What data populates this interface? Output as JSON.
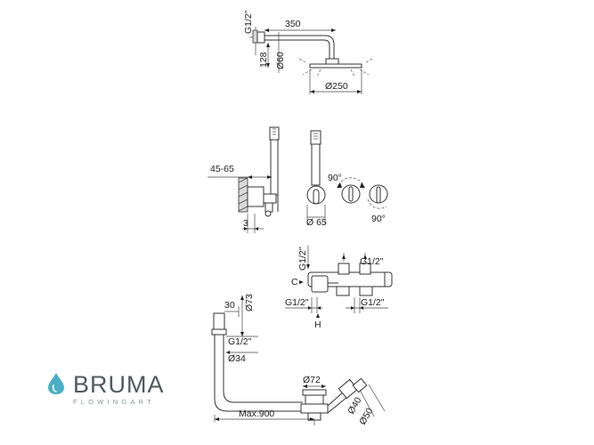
{
  "brand": {
    "name": "BRUMA",
    "tagline": "FLOWINGART",
    "drop_color": "#4aaec4",
    "text_color": "#4f5a5e"
  },
  "diagrams": {
    "shower_arm": {
      "thread": "G1/2\"",
      "length": "350",
      "height": "128",
      "flange_diameter": "Ø60",
      "head_diameter": "Ø250"
    },
    "wall_mixer": {
      "projection": "45-65",
      "depth": "3",
      "plate_diameter": "Ø 65",
      "rotation_top": "90°",
      "rotation_bottom": "90°"
    },
    "bath_mixer": {
      "thread_vertical": "G1/2\"",
      "thread_top": "G1/2\"",
      "thread_left": "G1/2\"",
      "thread_right": "G1/2\"",
      "label_c": "C",
      "label_h": "H"
    },
    "filler": {
      "width": "30",
      "diameter_top": "Ø73",
      "thread": "G1/2\"",
      "pipe_diameter": "Ø34",
      "length": "Max.900",
      "overflow_diameter": "Ø72",
      "waste_diameter_1": "Ø40",
      "waste_diameter_2": "Ø50"
    }
  }
}
